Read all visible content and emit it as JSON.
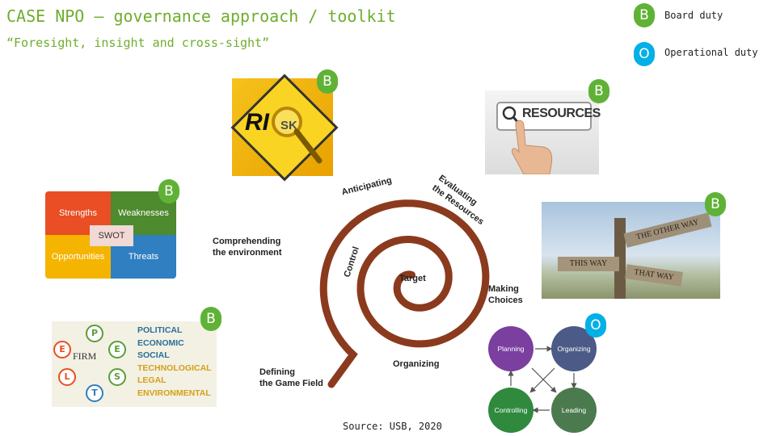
{
  "header": {
    "title": "CASE NPO – governance approach / toolkit",
    "subtitle": "“Foresight, insight and cross-sight”"
  },
  "legend": [
    {
      "badge": "B",
      "label": "Board duty",
      "color": "#5fb236"
    },
    {
      "badge": "O",
      "label": "Operational duty",
      "color": "#00b0e6"
    }
  ],
  "badges": {
    "risk": "B",
    "resources": "B",
    "swot": "B",
    "signpost": "B",
    "pestle": "B",
    "management": "O"
  },
  "risk_image": {
    "text_main": "RI",
    "text_tail": "SK"
  },
  "resources_image": {
    "text": "RESOURCES"
  },
  "swot": {
    "strengths": "Strengths",
    "weaknesses": "Weaknesses",
    "center": "SWOT",
    "opportunities": "Opportunities",
    "threats": "Threats",
    "colors": {
      "strengths": "#e94e24",
      "weaknesses": "#4e8a2e",
      "opportunities": "#f4b400",
      "threats": "#2f7fc1"
    }
  },
  "signpost": {
    "sign1": "THE OTHER WAY",
    "sign2": "THIS WAY",
    "sign3": "THAT WAY"
  },
  "pestle": {
    "center": "FIRM",
    "letters": [
      "P",
      "E",
      "S",
      "T",
      "L",
      "E"
    ],
    "words": [
      "POLITICAL",
      "ECONOMIC",
      "SOCIAL",
      "TECHNOLOGICAL",
      "LEGAL",
      "ENVIRONMENTAL"
    ]
  },
  "spiral": {
    "color": "#8b3a1e",
    "labels": {
      "anticipating": "Anticipating",
      "evaluating": "Evaluating",
      "the_resources": "the Resources",
      "comprehending_1": "Comprehending",
      "comprehending_2": "the environment",
      "control": "Control",
      "target": "Target",
      "making_1": "Making",
      "making_2": "Choices",
      "organizing": "Organizing",
      "defining_1": "Defining",
      "defining_2": "the Game Field"
    }
  },
  "management": {
    "planning": "Planning",
    "organizing": "Organizing",
    "controlling": "Controlling",
    "leading": "Leading"
  },
  "source": "Source: USB, 2020"
}
